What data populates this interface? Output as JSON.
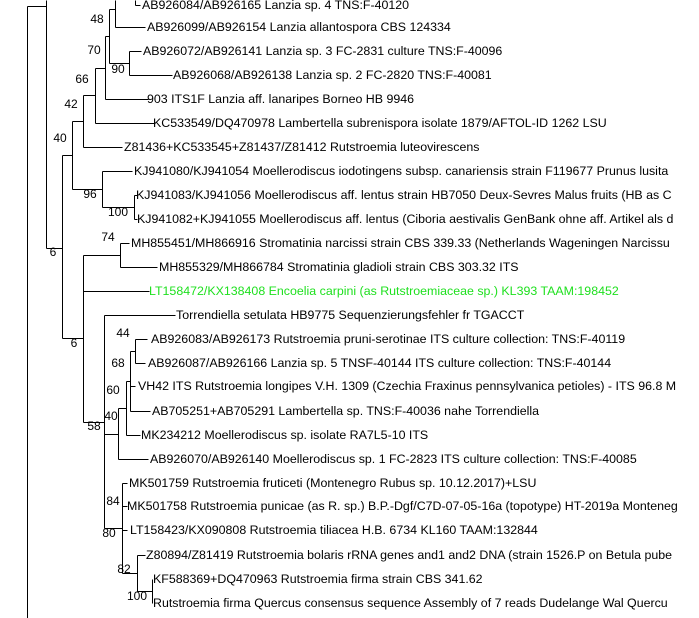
{
  "tree": {
    "highlight_color": "#1fe01f",
    "leaves": [
      "AB926084/AB926165 Lanzia sp. 4 TNS:F-40120",
      "AB926099/AB926154 Lanzia allantospora CBS 124334",
      "AB926072/AB926141 Lanzia sp. 3 FC-2831 culture TNS:F-40096",
      "AB926068/AB926138 Lanzia sp. 2 FC-2820 TNS:F-40081",
      "903 ITS1F Lanzia aff. lanaripes Borneo HB 9946",
      "KC533549/DQ470978 Lambertella subrenispora isolate 1879/AFTOL-ID 1262 LSU",
      "Z81436+KC533545+Z81437/Z81412 Rutstroemia luteovirescens",
      "KJ941080/KJ941054 Moellerodiscus iodotingens subsp. canariensis strain F119677 Prunus lusita",
      "KJ941083/KJ941056 Moellerodiscus aff. lentus strain HB7050 Deux-Sevres Malus fruits (HB as C",
      "KJ941082+KJ941055 Moellerodiscus aff. lentus (Ciboria aestivalis GenBank ohne aff. Artikel als d",
      "MH855451/MH866916 Stromatinia narcissi strain CBS 339.33 (Netherlands Wageningen Narcissu",
      "MH855329/MH866784 Stromatinia gladioli strain CBS 303.32 ITS",
      "LT158472/KX138408 Encoelia carpini (as Rutstroemiaceae sp.) KL393 TAAM:198452",
      "Torrendiella setulata HB9775 Sequenzierungsfehler fr TGACCT",
      "AB926083/AB926173 Rutstroemia pruni-serotinae ITS culture collection: TNS:F-40119",
      "AB926087/AB926166 Lanzia sp. 5 TNSF-40144 ITS culture collection: TNS:F-40144",
      "VH42 ITS Rutstroemia longipes V.H. 1309 (Czechia Fraxinus pennsylvanica petioles) - ITS 96.8 M",
      "AB705251+AB705291 Lambertella sp. TNS:F-40036 nahe Torrendiella",
      "MK234212 Moellerodiscus sp. isolate RA7L5-10 ITS",
      "AB926070/AB926140 Moellerodiscus sp. 1 FC-2823 ITS culture collection: TNS:F-40085",
      "MK501759 Rutstroemia fruticeti (Montenegro Rubus sp. 10.12.2017)+LSU",
      "MK501758 Rutstroemia punicae (as R. sp.) B.P.-Dgf/C7D-07-05-16a (topotype) HT-2019a Monteneg",
      "LT158423/KX090808 Rutstroemia tiliacea H.B. 6734 KL160 TAAM:132844",
      "Z80894/Z81419 Rutstroemia bolaris rRNA genes and1 and2 DNA (strain 1526.P on Betula pube",
      "KF588369+DQ470963 Rutstroemia firma strain CBS 341.62",
      "Rutstroemia firma Quercus consensus sequence Assembly of 7 reads Dudelange Wal Quercu"
    ],
    "highlighted_leaf_index": 12,
    "bootstraps": [
      "48",
      "70",
      "90",
      "66",
      "42",
      "40",
      "96",
      "100",
      "74",
      "6",
      "6",
      "44",
      "68",
      "60",
      "40",
      "58",
      "84",
      "80",
      "82",
      "100"
    ]
  }
}
